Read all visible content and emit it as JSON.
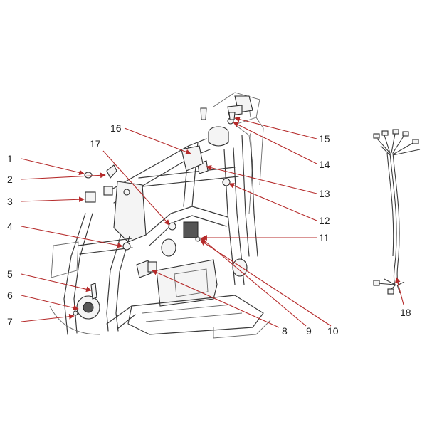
{
  "callouts": [
    {
      "id": "1",
      "label": "1"
    },
    {
      "id": "2",
      "label": "2"
    },
    {
      "id": "3",
      "label": "3"
    },
    {
      "id": "4",
      "label": "4"
    },
    {
      "id": "5",
      "label": "5"
    },
    {
      "id": "6",
      "label": "6"
    },
    {
      "id": "7",
      "label": "7"
    },
    {
      "id": "8",
      "label": "8"
    },
    {
      "id": "9",
      "label": "9"
    },
    {
      "id": "10",
      "label": "10"
    },
    {
      "id": "11",
      "label": "11"
    },
    {
      "id": "12",
      "label": "12"
    },
    {
      "id": "13",
      "label": "13"
    },
    {
      "id": "14",
      "label": "14"
    },
    {
      "id": "15",
      "label": "15"
    },
    {
      "id": "16",
      "label": "16"
    },
    {
      "id": "17",
      "label": "17"
    },
    {
      "id": "18",
      "label": "18"
    }
  ],
  "colors": {
    "leader": "#b52a2a",
    "text": "#222222",
    "line": "#3a3a3a"
  }
}
